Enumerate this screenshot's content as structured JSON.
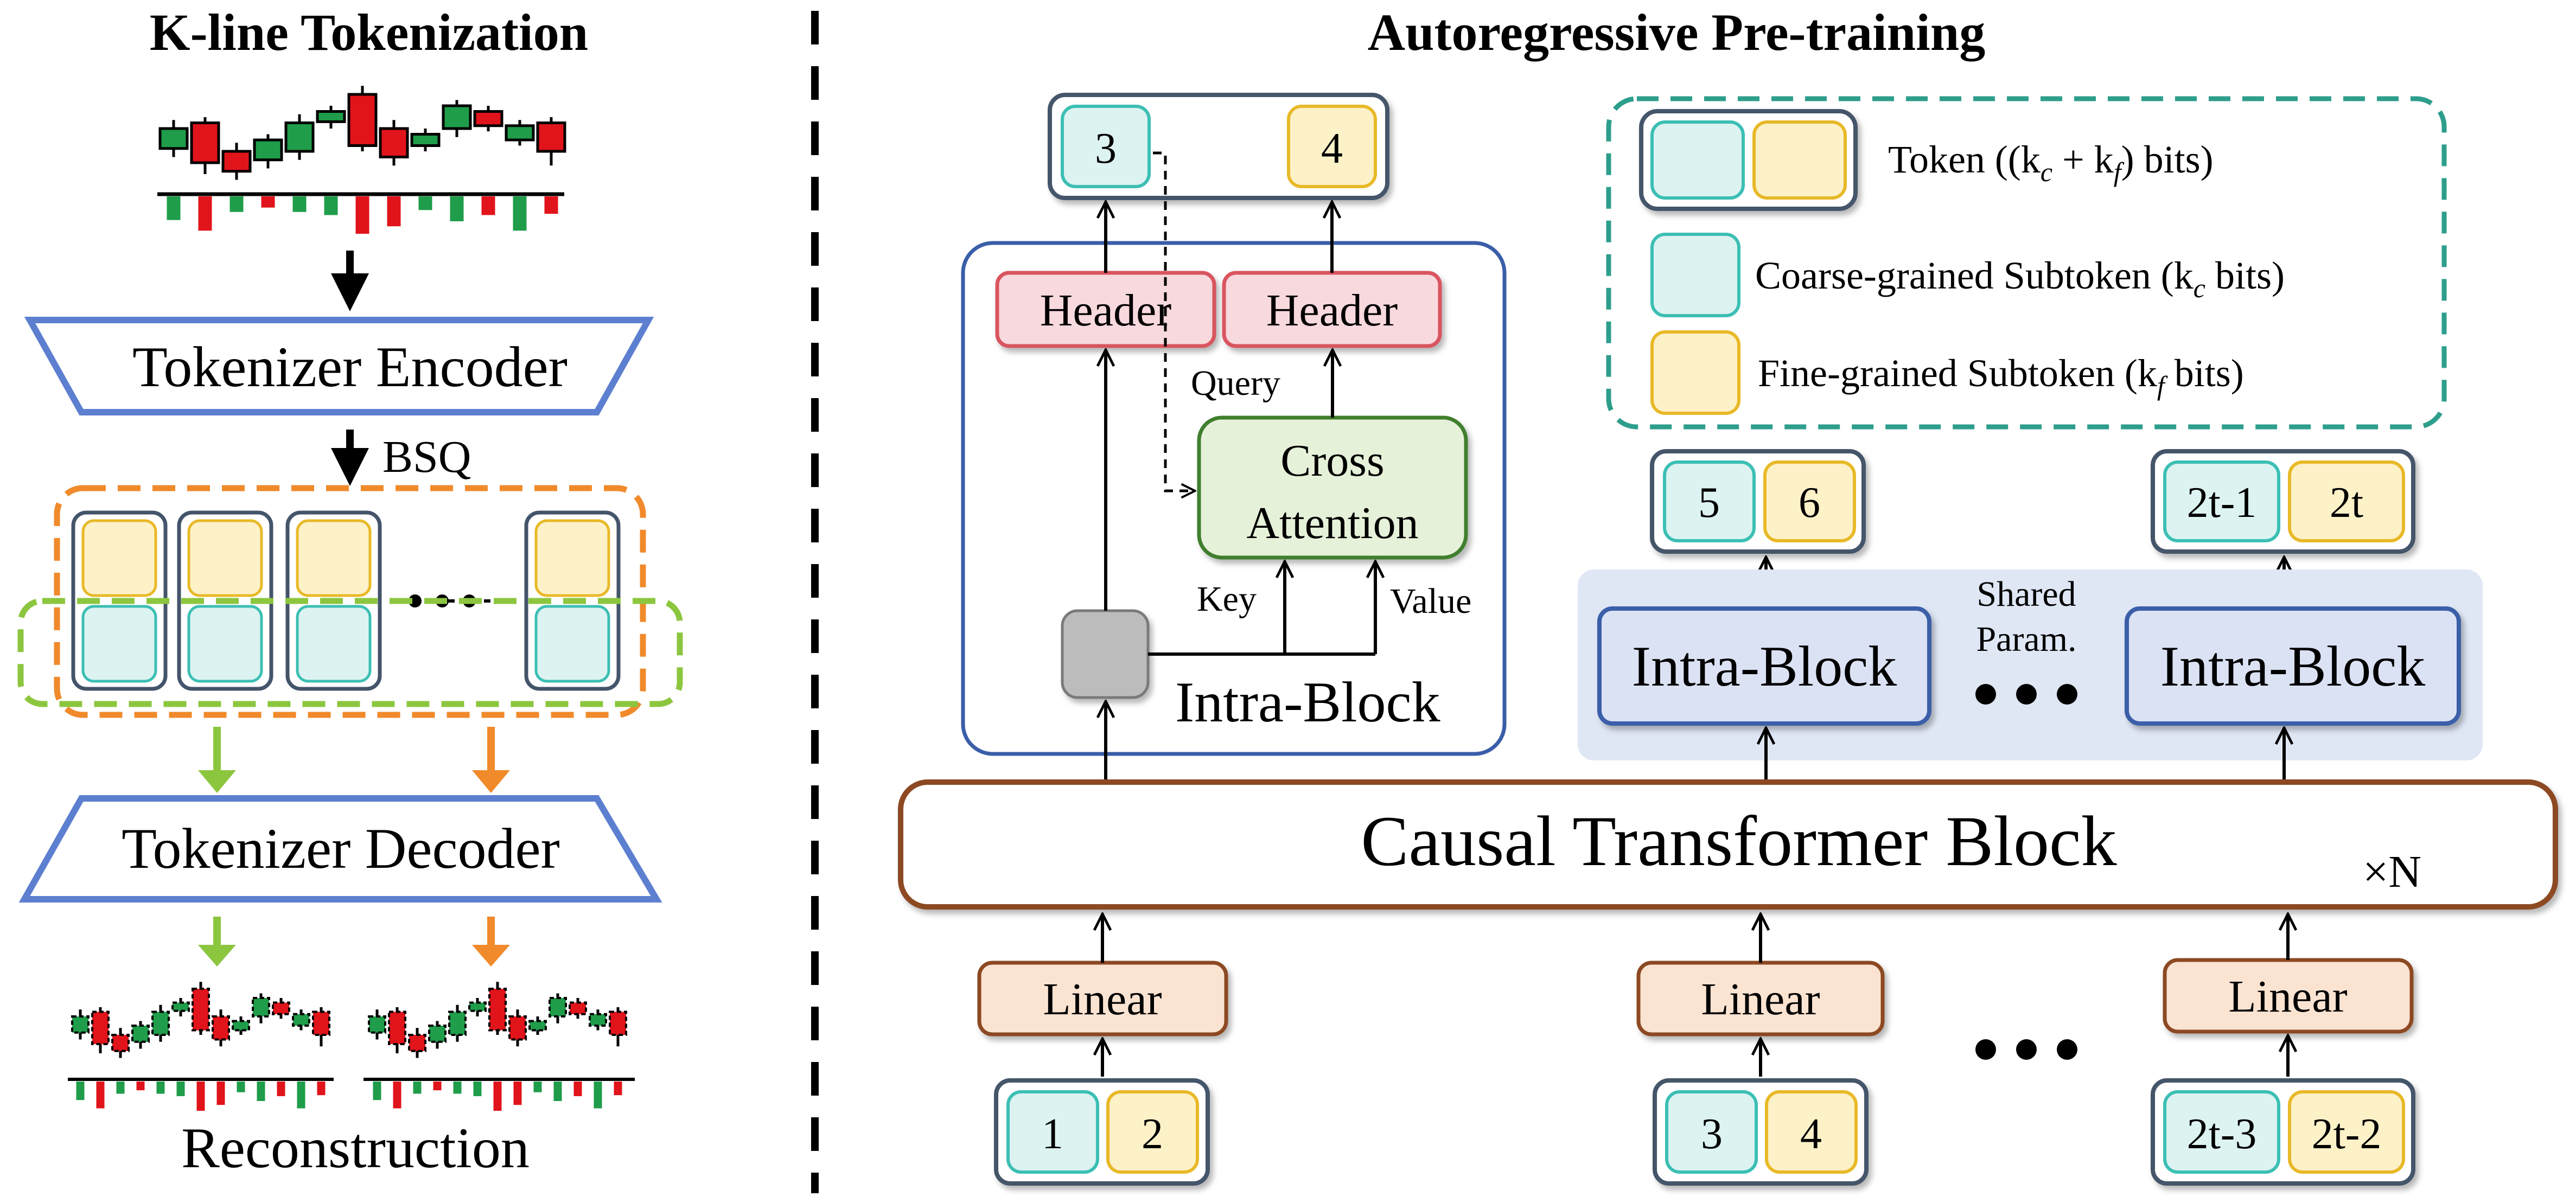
{
  "left_panel": {
    "title": "K-line Tokenization",
    "encoder_label": "Tokenizer Encoder",
    "bsq_label": "BSQ",
    "decoder_label": "Tokenizer Decoder",
    "reconstruction_label": "Reconstruction"
  },
  "right_panel": {
    "title": "Autoregressive Pre-training",
    "causal_block_label": "Causal Transformer Block",
    "repeat_label": "×N",
    "linear_label": "Linear",
    "intra_block_label": "Intra-Block",
    "shared_param_line1": "Shared",
    "shared_param_line2": "Param.",
    "header_label": "Header",
    "cross_attention_line1": "Cross",
    "cross_attention_line2": "Attention",
    "query_label": "Query",
    "key_label": "Key",
    "value_label": "Value",
    "zoom_output_tokens": [
      "3",
      "4"
    ],
    "input_tokens": [
      [
        "1",
        "2"
      ],
      [
        "3",
        "4"
      ],
      [
        "2t-3",
        "2t-2"
      ]
    ],
    "output_tokens": [
      [
        "5",
        "6"
      ],
      [
        "2t-1",
        "2t"
      ]
    ]
  },
  "legend": {
    "token": "Token ((k",
    "token_sub_c": "c",
    "token_plus": " + k",
    "token_sub_f": "f",
    "token_end": ") bits)",
    "coarse": "Coarse-grained Subtoken (k",
    "coarse_sub": "c",
    "coarse_end": " bits)",
    "fine": "Fine-grained Subtoken (k",
    "fine_sub": "f",
    "fine_end": " bits)"
  },
  "colors": {
    "coarse_fill": "#dcf3f1",
    "coarse_stroke": "#3cbfb4",
    "fine_fill": "#fdf1c8",
    "fine_stroke": "#e8b928",
    "header_fill": "#f8d9de",
    "header_stroke": "#d9545f",
    "attention_fill": "#e6f1d9",
    "attention_stroke": "#3f7f2f",
    "linear_fill": "#fbe3d2",
    "linear_stroke": "#8c4a23",
    "intra_fill": "#dbe2f4",
    "intra_stroke": "#3a5ea8",
    "shared_bg": "#dfe7f5",
    "encoder_stroke": "#5d7fd0",
    "bsq_orange": "#f08a2b",
    "bsq_green": "#8cc63f",
    "legend_border": "#2e9e8c",
    "candle_red": "#e1141b",
    "candle_green": "#1f9d4a"
  },
  "icons": [
    "down-arrow-icon",
    "up-arrow-icon",
    "ellipsis-icon",
    "merge-gate-icon"
  ]
}
